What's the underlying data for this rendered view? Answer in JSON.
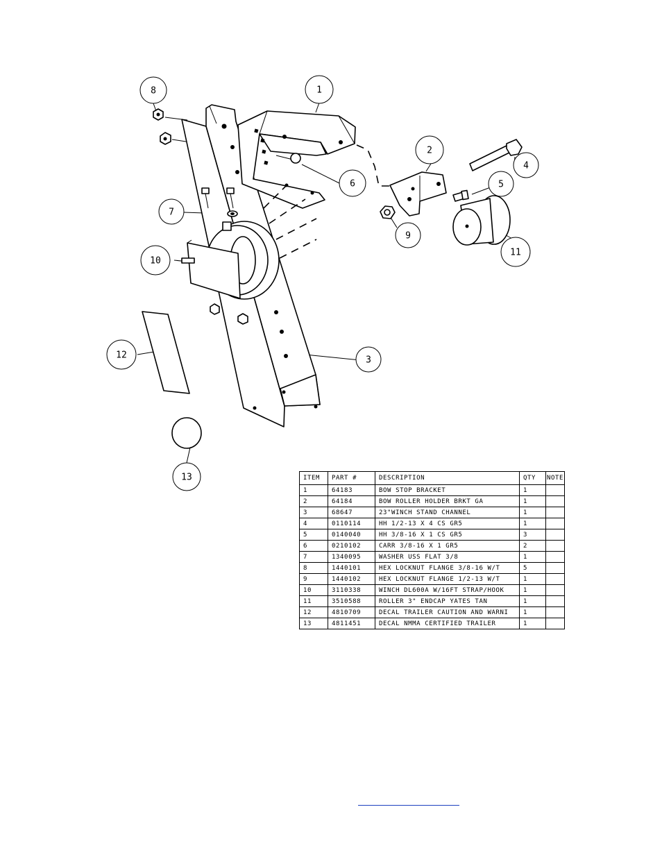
{
  "callouts": [
    {
      "item": "1"
    },
    {
      "item": "2"
    },
    {
      "item": "3"
    },
    {
      "item": "4"
    },
    {
      "item": "5"
    },
    {
      "item": "6"
    },
    {
      "item": "7"
    },
    {
      "item": "8"
    },
    {
      "item": "9"
    },
    {
      "item": "10"
    },
    {
      "item": "11"
    },
    {
      "item": "12"
    },
    {
      "item": "13"
    }
  ],
  "bom": {
    "headers": {
      "item": "ITEM",
      "part": "PART #",
      "description": "DESCRIPTION",
      "qty": "QTY",
      "note": "NOTE"
    },
    "rows": [
      {
        "item": "1",
        "part": "64183",
        "description": "BOW STOP BRACKET",
        "qty": "1"
      },
      {
        "item": "2",
        "part": "64184",
        "description": "BOW ROLLER HOLDER BRKT GA",
        "qty": "1"
      },
      {
        "item": "3",
        "part": "68647",
        "description": "23\"WINCH STAND CHANNEL",
        "qty": "1"
      },
      {
        "item": "4",
        "part": "0110114",
        "description": "HH 1/2-13 X 4 CS GR5",
        "qty": "1"
      },
      {
        "item": "5",
        "part": "0140040",
        "description": "HH 3/8-16 X 1 CS GR5",
        "qty": "3"
      },
      {
        "item": "6",
        "part": "0210102",
        "description": "CARR 3/8-16 X 1 GR5",
        "qty": "2"
      },
      {
        "item": "7",
        "part": "1340095",
        "description": "WASHER USS FLAT 3/8",
        "qty": "1"
      },
      {
        "item": "8",
        "part": "1440101",
        "description": "HEX LOCKNUT FLANGE 3/8-16 W/T",
        "qty": "5"
      },
      {
        "item": "9",
        "part": "1440102",
        "description": "HEX LOCKNUT FLANGE 1/2-13 W/T",
        "qty": "1"
      },
      {
        "item": "10",
        "part": "3110338",
        "description": "WINCH DL600A W/16FT STRAP/HOOK",
        "qty": "1"
      },
      {
        "item": "11",
        "part": "3510588",
        "description": "ROLLER 3\" ENDCAP YATES TAN",
        "qty": "1"
      },
      {
        "item": "12",
        "part": "4810709",
        "description": "DECAL TRAILER CAUTION AND WARNI",
        "qty": "1"
      },
      {
        "item": "13",
        "part": "4811451",
        "description": " DECAL NMMA CERTIFIED TRAILER",
        "qty": "1"
      }
    ]
  },
  "colors": {
    "line": "#000000",
    "link": "#1a3fbf"
  }
}
